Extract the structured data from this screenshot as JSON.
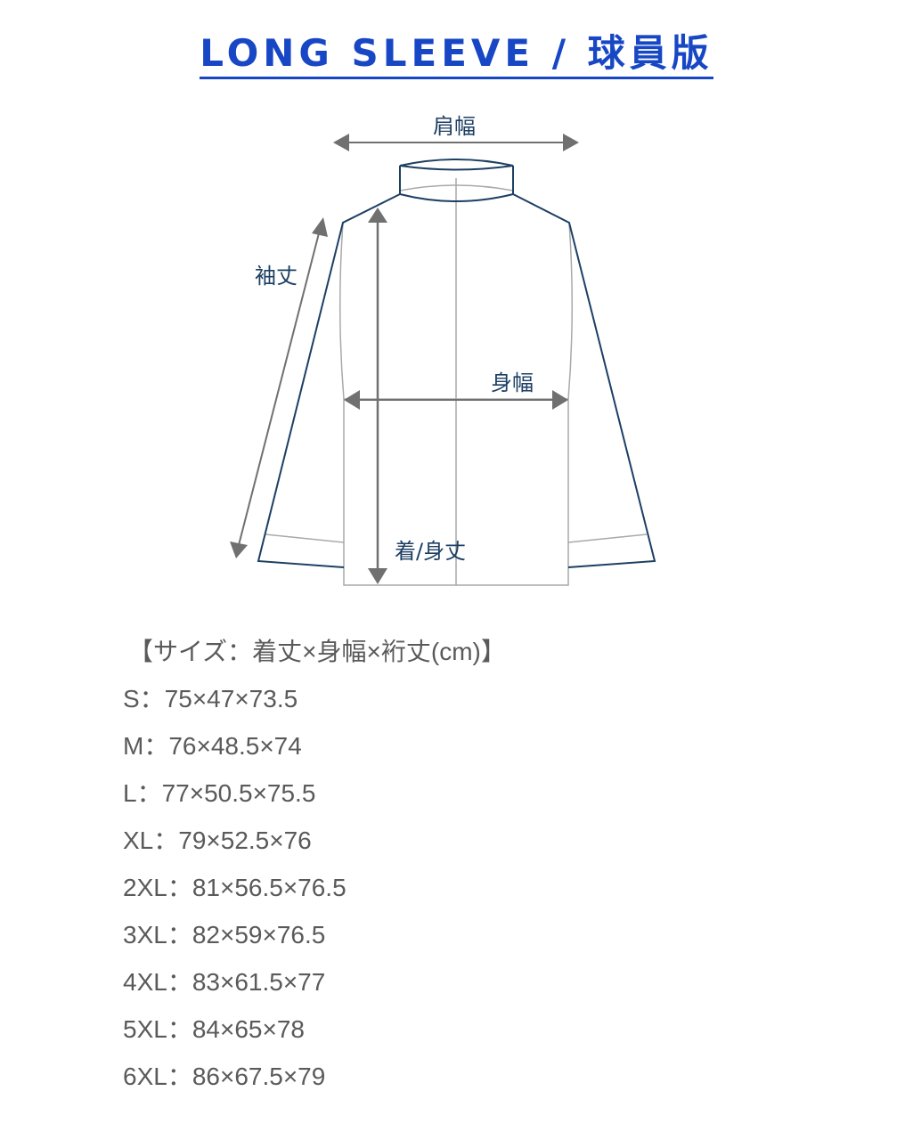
{
  "title": "LONG SLEEVE / 球員版",
  "diagram": {
    "labels": {
      "shoulder_width": "肩幅",
      "sleeve_length": "袖丈",
      "body_width": "身幅",
      "body_length": "着/身丈"
    },
    "colors": {
      "outline": "#1d3f63",
      "arrow": "#707070",
      "inner_line": "#a9a9a9"
    }
  },
  "size_chart": {
    "header": "【サイズ：着丈×身幅×裄丈(cm)】",
    "rows": [
      {
        "size": "S",
        "text": "S：75×47×73.5"
      },
      {
        "size": "M",
        "text": "M：76×48.5×74"
      },
      {
        "size": "L",
        "text": "L：77×50.5×75.5"
      },
      {
        "size": "XL",
        "text": "XL：79×52.5×76"
      },
      {
        "size": "2XL",
        "text": "2XL：81×56.5×76.5"
      },
      {
        "size": "3XL",
        "text": "3XL：82×59×76.5"
      },
      {
        "size": "4XL",
        "text": "4XL：83×61.5×77"
      },
      {
        "size": "5XL",
        "text": "5XL：84×65×78"
      },
      {
        "size": "6XL",
        "text": "6XL：86×67.5×79"
      }
    ]
  },
  "chart_data": {
    "type": "table",
    "title": "【サイズ：着丈×身幅×裄丈(cm)】",
    "columns": [
      "Size",
      "着丈",
      "身幅",
      "裄丈"
    ],
    "rows": [
      [
        "S",
        75,
        47,
        73.5
      ],
      [
        "M",
        76,
        48.5,
        74
      ],
      [
        "L",
        77,
        50.5,
        75.5
      ],
      [
        "XL",
        79,
        52.5,
        76
      ],
      [
        "2XL",
        81,
        56.5,
        76.5
      ],
      [
        "3XL",
        82,
        59,
        76.5
      ],
      [
        "4XL",
        83,
        61.5,
        77
      ],
      [
        "5XL",
        84,
        65,
        78
      ],
      [
        "6XL",
        86,
        67.5,
        79
      ]
    ]
  }
}
